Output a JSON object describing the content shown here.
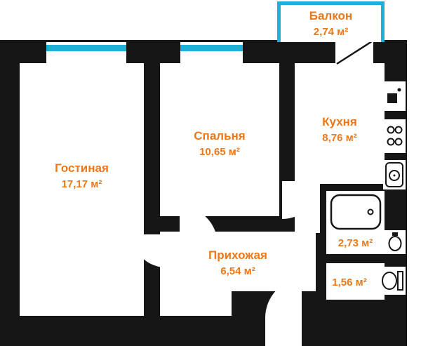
{
  "rooms": {
    "balcony": {
      "name": "Балкон",
      "area": "2,74 м²"
    },
    "living": {
      "name": "Гостиная",
      "area": "17,17 м²"
    },
    "bedroom": {
      "name": "Спальня",
      "area": "10,65 м²"
    },
    "kitchen": {
      "name": "Кухня",
      "area": "8,76 м²"
    },
    "hallway": {
      "name": "Прихожая",
      "area": "6,54 м²"
    },
    "bathroom": {
      "area": "2,73 м²"
    },
    "wc": {
      "area": "1,56 м²"
    }
  },
  "colors": {
    "wall": "#161616",
    "window_glass": "#1fb0d8",
    "balcony_outline": "#1fb0d8",
    "label_text": "#ee7818",
    "floor": "#ffffff"
  },
  "icons": {
    "window": "cyan glass strip in wall",
    "balcony-door": "diagonal door leaf",
    "door-swing": "white quarter-circle arc",
    "kitchen-unit": "counter with basin square",
    "stove": "four burner rings",
    "washer": "drum circle in rounded box",
    "bathtub": "rounded tub outline with drain",
    "wash-sink": "oval basin",
    "toilet": "tank and bowl"
  }
}
